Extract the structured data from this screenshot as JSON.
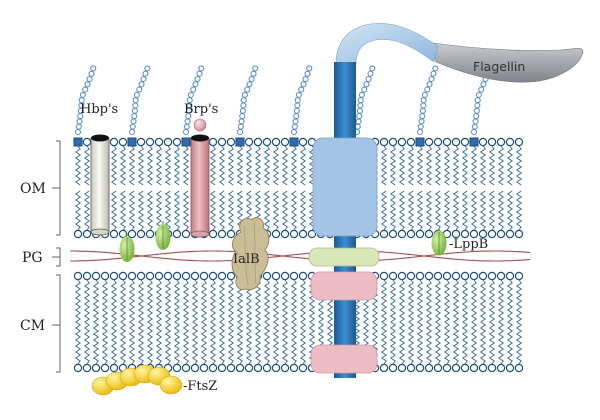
{
  "labels": {
    "om": "OM",
    "pg": "PG",
    "cm": "CM",
    "hbp": "Hbp's",
    "brp": "Brp's",
    "ialb": "IalB",
    "lppb": "-LppB",
    "ftsz": "-FtsZ",
    "flagellin": "Flagellin"
  },
  "colors": {
    "head_fill": "#ffffff",
    "head_stroke": "#1f4e79",
    "tail": "#3a6f9f",
    "lps_bead": "#5b8ec9",
    "lps_anchor": "#2e6bb0",
    "pg_lines": "#a0524b",
    "hbp_tube": "#ecebe2",
    "brp_tube": "#d99aa0",
    "ball": "#e8b4b8",
    "lppb": "#8cc63f",
    "ialb": "#c9b88d",
    "flag_shaft": "#2a73b0",
    "flag_om_ring": "#a3c4e6",
    "flag_pg_ring": "#d8e6b8",
    "flag_cm_ring": "#edbcc4",
    "flagellin": "#9ea3a8",
    "hook": "#a9c9e8",
    "ftsz": "#ffd51a",
    "bracket": "#555555"
  }
}
